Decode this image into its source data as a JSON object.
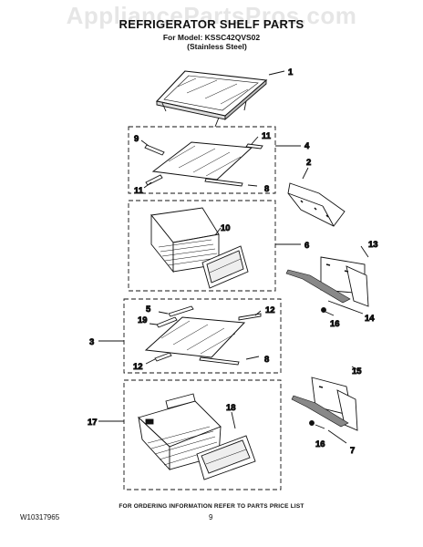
{
  "watermark": "AppliancePartsPros.com",
  "header": {
    "title": "REFRIGERATOR SHELF PARTS",
    "model": "For Model: KSSC42QVS02",
    "variant": "(Stainless Steel)"
  },
  "callouts": {
    "c1": "1",
    "c2": "2",
    "c3": "3",
    "c4": "4",
    "c5": "5",
    "c6": "6",
    "c7": "7",
    "c8a": "8",
    "c8b": "8",
    "c9": "9",
    "c10": "10",
    "c11a": "11",
    "c11b": "11",
    "c12a": "12",
    "c12b": "12",
    "c13": "13",
    "c14": "14",
    "c15": "15",
    "c16a": "16",
    "c16b": "16",
    "c17": "17",
    "c18": "18",
    "c19": "19"
  },
  "footer": {
    "note": "FOR ORDERING INFORMATION REFER TO PARTS PRICE LIST",
    "doc_number": "W10317965",
    "page": "9"
  }
}
